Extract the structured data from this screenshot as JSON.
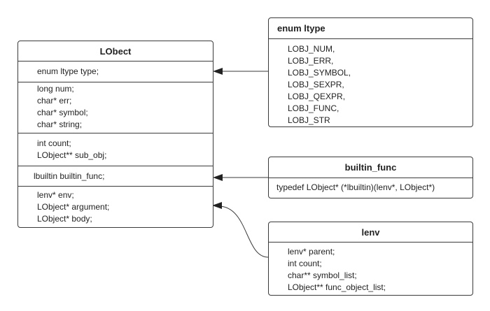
{
  "lobject": {
    "title": "LObect",
    "sections": [
      [
        "enum ltype type;"
      ],
      [
        "long num;",
        "char* err;",
        "char* symbol;",
        "char* string;"
      ],
      [
        "int count;",
        "LObject** sub_obj;"
      ],
      [
        "lbuiltin builtin_func;"
      ],
      [
        "lenv* env;",
        "LObject* argument;",
        "LObject* body;"
      ]
    ]
  },
  "enum_ltype": {
    "title": "enum ltype",
    "lines": [
      "LOBJ_NUM,",
      "LOBJ_ERR,",
      "LOBJ_SYMBOL,",
      "LOBJ_SEXPR,",
      "LOBJ_QEXPR,",
      "LOBJ_FUNC,",
      "LOBJ_STR"
    ]
  },
  "builtin_func": {
    "title": "builtin_func",
    "lines": [
      "typedef LObject* (*lbuiltin)(lenv*, LObject*)"
    ]
  },
  "lenv": {
    "title": "lenv",
    "lines": [
      "lenv* parent;",
      "int count;",
      "char** symbol_list;",
      "LObject** func_object_list;"
    ]
  }
}
